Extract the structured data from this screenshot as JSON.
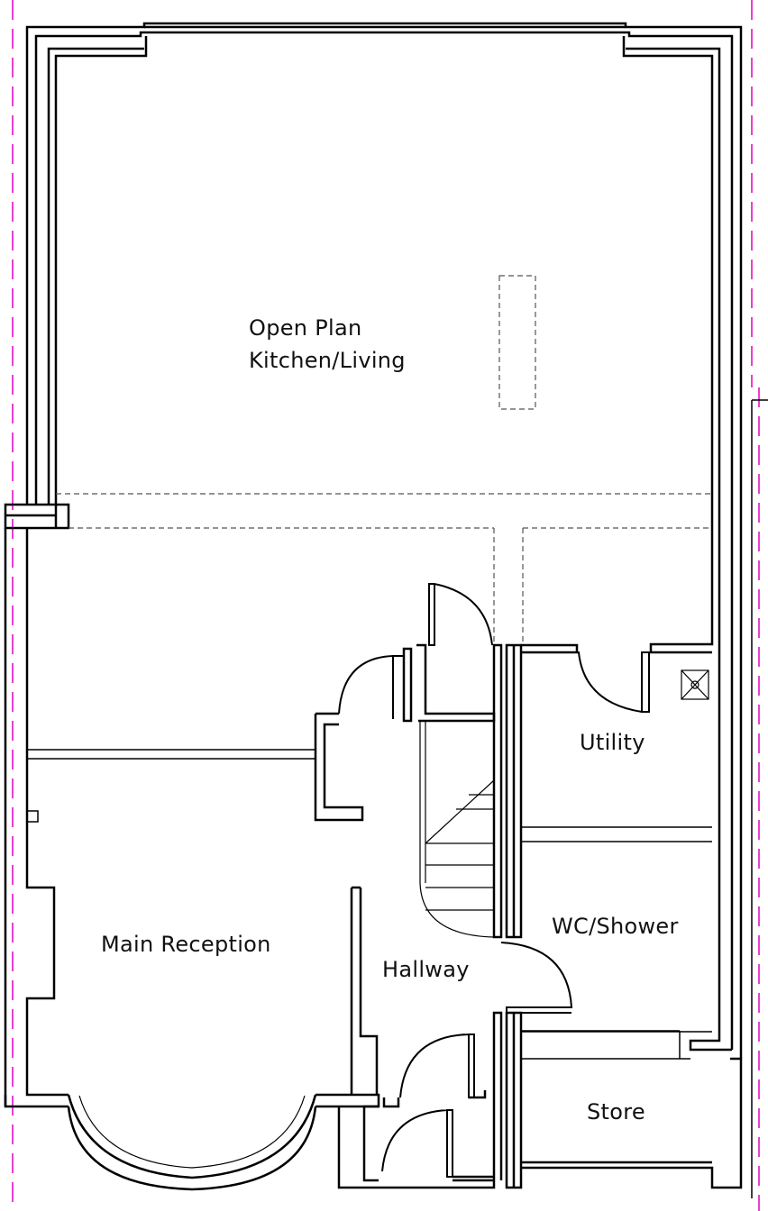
{
  "rooms": {
    "open_plan": "Open Plan\nKitchen/Living",
    "utility": "Utility",
    "wc_shower": "WC/Shower",
    "main_reception": "Main Reception",
    "hallway": "Hallway",
    "store": "Store"
  },
  "colors": {
    "wall": "#000000",
    "dashed_guide": "#555555",
    "boundary": "#e000c0",
    "background": "#ffffff"
  }
}
